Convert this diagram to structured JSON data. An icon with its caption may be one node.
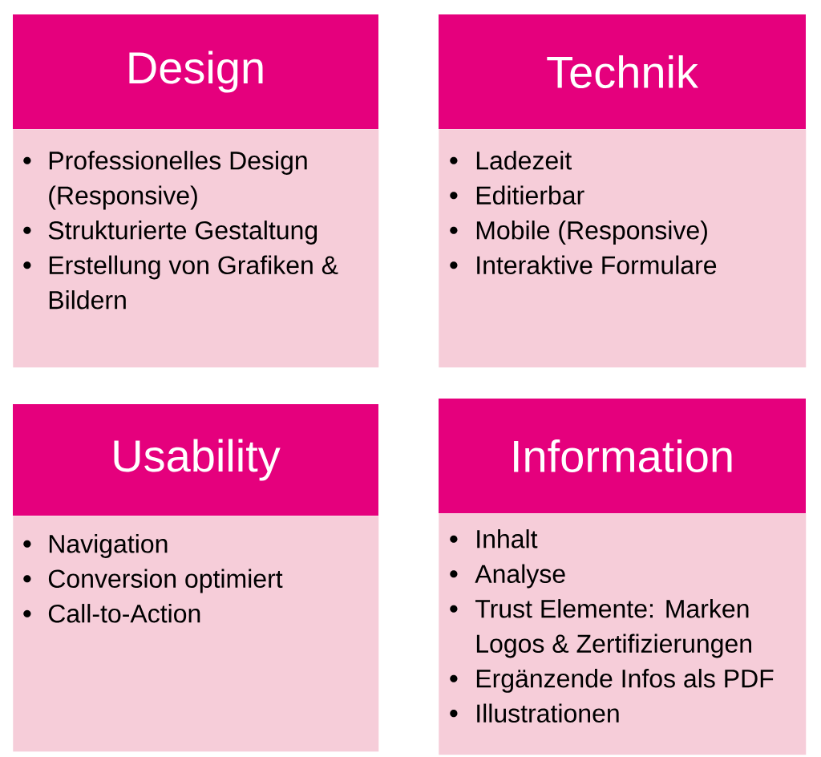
{
  "diagram": {
    "nodes": [
      {
        "text": [
          "Design"
        ]
      },
      {
        "text": [
          "Professionelles Design (Responsive)",
          "Strukturierte Gestaltung",
          "Erstellung von Grafiken & Bildern"
        ]
      },
      {
        "text": [
          "Technik"
        ]
      },
      {
        "text": [
          "Ladezeit",
          "Editierbar",
          "Mobile (Responsive)",
          "Interaktive Formulare"
        ]
      },
      {
        "text": [
          "Usability"
        ]
      },
      {
        "text": [
          "Navigation",
          "Conversion optimiert",
          "Call-to-Action"
        ]
      },
      {
        "text": [
          "Information"
        ]
      },
      {
        "text": [
          "Inhalt",
          "Analyse",
          "Trust Elemente: Marken Logos & Zertifizierungen",
          "Ergänzende Infos als PDF",
          "Illustrationen"
        ]
      }
    ]
  }
}
